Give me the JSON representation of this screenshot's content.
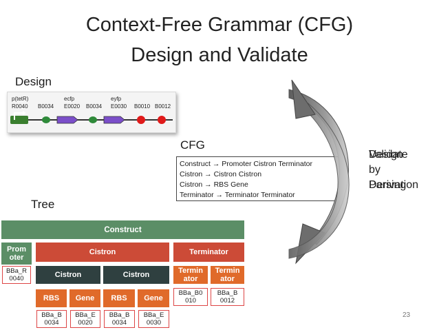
{
  "slide": {
    "title_line1": "Context-Free Grammar (CFG)",
    "title_line2": "Design and Validate",
    "page_number": "23"
  },
  "design": {
    "label": "Design",
    "parts": [
      {
        "top": "p(tetR)",
        "bottom": "R0040",
        "type": "promoter"
      },
      {
        "top": "",
        "bottom": "B0034",
        "type": "rbs"
      },
      {
        "top": "ecfp",
        "bottom": "E0020",
        "type": "gene"
      },
      {
        "top": "",
        "bottom": "B0034",
        "type": "rbs"
      },
      {
        "top": "eyfp",
        "bottom": "E0030",
        "type": "gene"
      },
      {
        "top": "",
        "bottom": "B0010",
        "type": "terminator"
      },
      {
        "top": "",
        "bottom": "B0012",
        "type": "terminator"
      }
    ]
  },
  "cfg": {
    "label": "CFG",
    "rules": [
      "Construct → Promoter Cistron Terminator",
      "Cistron → Cistron Cistron",
      "Cistron → RBS Gene",
      "Terminator → Terminator Terminator"
    ]
  },
  "arrow_labels": {
    "overlapping_words": [
      "Design",
      "Validate",
      "Derivation",
      "by",
      "Parsing",
      "by"
    ],
    "line1a": "Design",
    "line1b": "Validate",
    "line2": "by",
    "line3a": "Derivation",
    "line3b": "Parsing"
  },
  "tree": {
    "label": "Tree",
    "construct": "Construct",
    "promoter": "Prom oter",
    "cistron_top": "Cistron",
    "terminator_top": "Terminator",
    "cistron_a": "Cistron",
    "cistron_b": "Cistron",
    "terminator_a": "Termin ator",
    "terminator_b": "Termin ator",
    "rbs_a": "RBS",
    "gene_a": "Gene",
    "rbs_b": "RBS",
    "gene_b": "Gene",
    "leaf_promoter": "BBa_R 0040",
    "leaf_term_a": "BBa_B0 010",
    "leaf_term_b": "BBa_B 0012",
    "leaf_rbs_a": "BBa_B 0034",
    "leaf_gene_a": "BBa_E 0020",
    "leaf_rbs_b": "BBa_B 0034",
    "leaf_gene_b": "BBa_E 0030"
  },
  "colors": {
    "construct": "#5b8e66",
    "cistron": "#cc4b37",
    "subcistron": "#2f4040",
    "part": "#e06a2a",
    "arrow": "#7a7a7a"
  }
}
